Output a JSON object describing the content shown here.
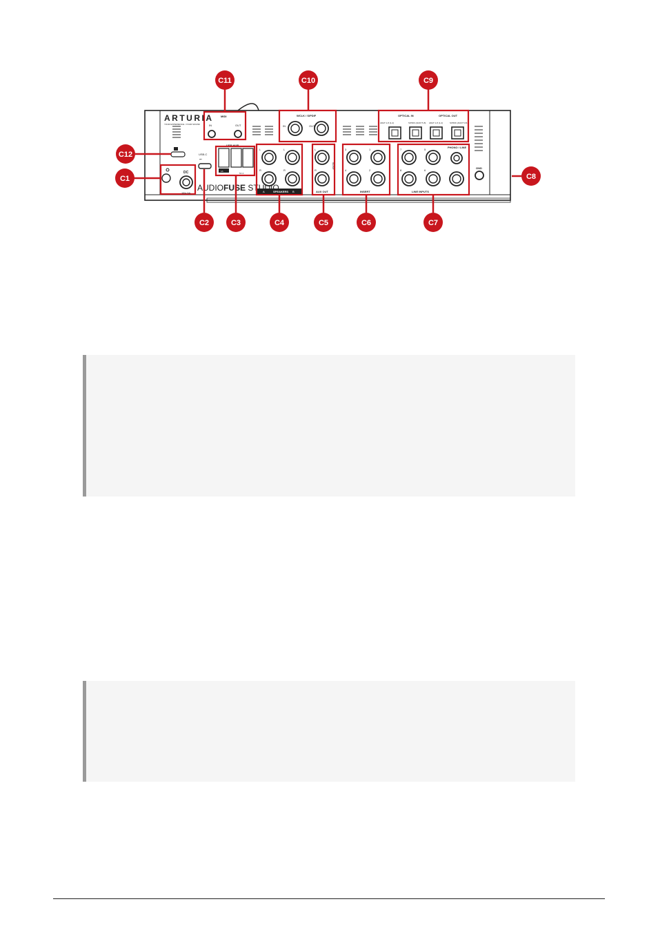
{
  "figure": {
    "brand": "ARTURIA",
    "tagline": "YOUR EXPERIENCE • YOUR SOUND",
    "model_prefix": "AUDIO",
    "model_bold": "FUSE",
    "model_suffix": " STUDIO",
    "panel_labels": {
      "midi": "MIDI",
      "midi_in": "IN",
      "midi_out": "OUT",
      "wclk": "WCLK / S/PDIF",
      "wclk_in": "IN",
      "wclk_out": "OUT",
      "optical_in": "OPTICAL IN",
      "optical_out": "OPTICAL OUT",
      "adat_1": "ADAT 1-8 (1-4)",
      "spdif_1": "S/PDIF (ADAT 5-8)",
      "adat_2": "ADAT 1-8 (1-4)",
      "spdif_2": "S/PDIF (ADAT 5-8)",
      "usb_c": "USB-C",
      "usb_hub": "USB HUB",
      "usb_5v": "5V A",
      "usb_1a": "1A",
      "dc": "DC",
      "dc_spec": "15V-3A",
      "speakers_a": "A",
      "speakers": "SPEAKERS",
      "speakers_b": "B",
      "aux_out": "AUX OUT",
      "reamp": "REAMP",
      "insert": "INSERT",
      "line_inputs": "LINE INPUTS",
      "phono_line": "PHONO / LINE",
      "gnd": "GND",
      "ch_l": "L",
      "ch_r": "R",
      "ch_l2": "L",
      "ch_r2": "R",
      "ch_3": "3",
      "ch_1": "1",
      "ch_4": "4",
      "ch_2": "2",
      "ch_7": "7",
      "ch_5": "5",
      "ch_8": "8",
      "ch_6": "6",
      "ch_l3": "L",
      "ch_r3": "R"
    },
    "callouts": [
      "C1",
      "C2",
      "C3",
      "C4",
      "C5",
      "C6",
      "C7",
      "C8",
      "C9",
      "C10",
      "C11",
      "C12"
    ],
    "colors": {
      "callout": "#c8161d",
      "panel_stroke": "#222222",
      "note_bg": "#f5f5f5",
      "note_border": "#9a9a9a"
    }
  }
}
